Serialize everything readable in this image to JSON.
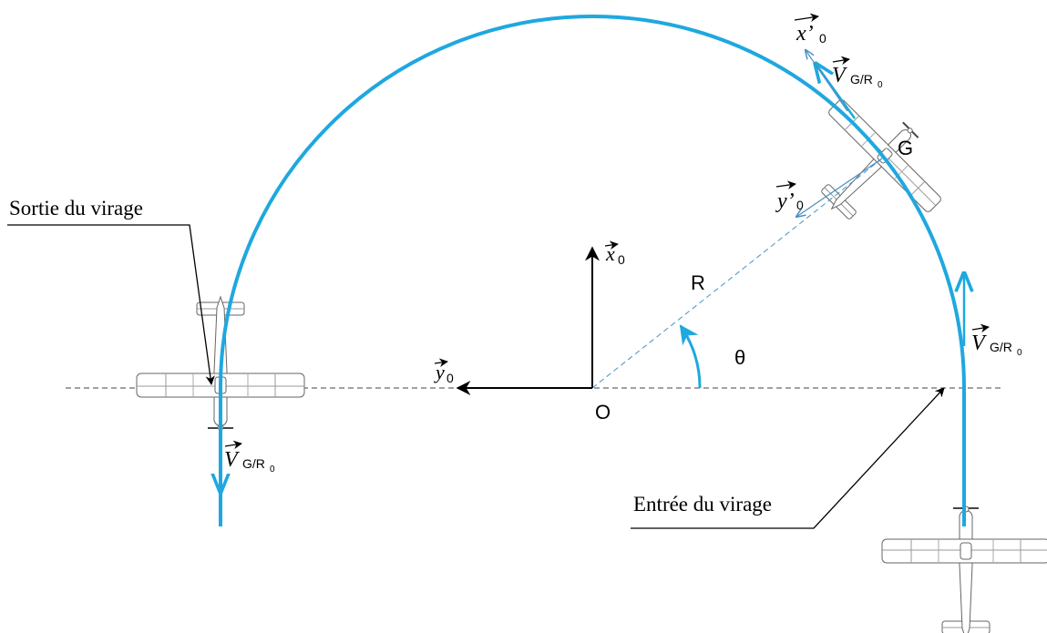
{
  "labels": {
    "exit": "Sortie du virage",
    "entry": "Entrée du virage",
    "origin": "O",
    "radius": "R",
    "angle": "θ",
    "cg": "G"
  },
  "vectors": {
    "x0": {
      "letter": "x",
      "sub": "0"
    },
    "y0": {
      "letter": "y",
      "sub": "0"
    },
    "x0_prime": {
      "letter": "x’",
      "sub": "0"
    },
    "y0_prime": {
      "letter": "y’",
      "sub": "0"
    },
    "velocity": {
      "letter": "V",
      "sub": "G/R",
      "subsub": "0"
    }
  },
  "colors": {
    "trajectory": "#1EA8DF",
    "radius_line": "#4A90C0",
    "axes": "#000000",
    "plane": "#555555"
  },
  "icons": {
    "aircraft": "top-view-light-aircraft"
  }
}
